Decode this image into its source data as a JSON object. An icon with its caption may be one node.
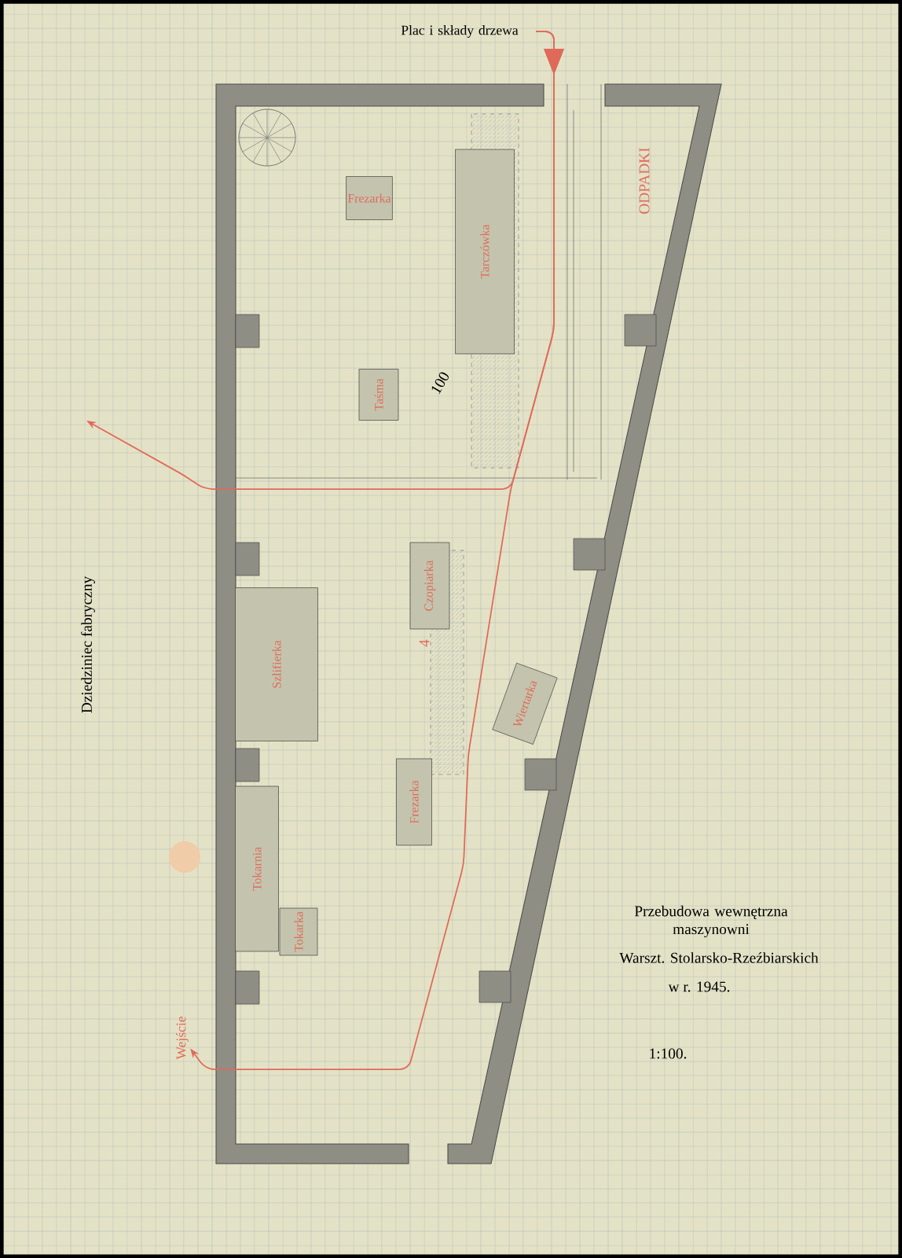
{
  "diagram": {
    "nodes": [
      {
        "text": [
          "Plac i składy drzewa"
        ]
      },
      {
        "text": [
          "Frezarka"
        ]
      },
      {
        "text": [
          "Tarczówka"
        ]
      },
      {
        "text": [
          "Taśma"
        ]
      },
      {
        "text": [
          "Szlifierka"
        ]
      },
      {
        "text": [
          "Czopiarka"
        ]
      },
      {
        "text": [
          "Wiertarka"
        ]
      },
      {
        "text": [
          "Frezarka"
        ]
      },
      {
        "text": [
          "Tokarnia"
        ]
      },
      {
        "text": [
          "Tokarka"
        ]
      },
      {
        "text": [
          "Wejście"
        ]
      }
    ],
    "edges": [
      {
        "from": 0,
        "to": 10,
        "arrow": "to"
      },
      {
        "from": 0,
        "to": null,
        "arrow": "to"
      }
    ],
    "labels": [
      "ODPADKI",
      "100",
      "4",
      "Dziedziniec fabryczny",
      "Przebudowa wewnętrzna maszynowni",
      "Warszt. Stolarsko-Rzeźbiarskich",
      "w r. 1945.",
      "1:100."
    ]
  }
}
